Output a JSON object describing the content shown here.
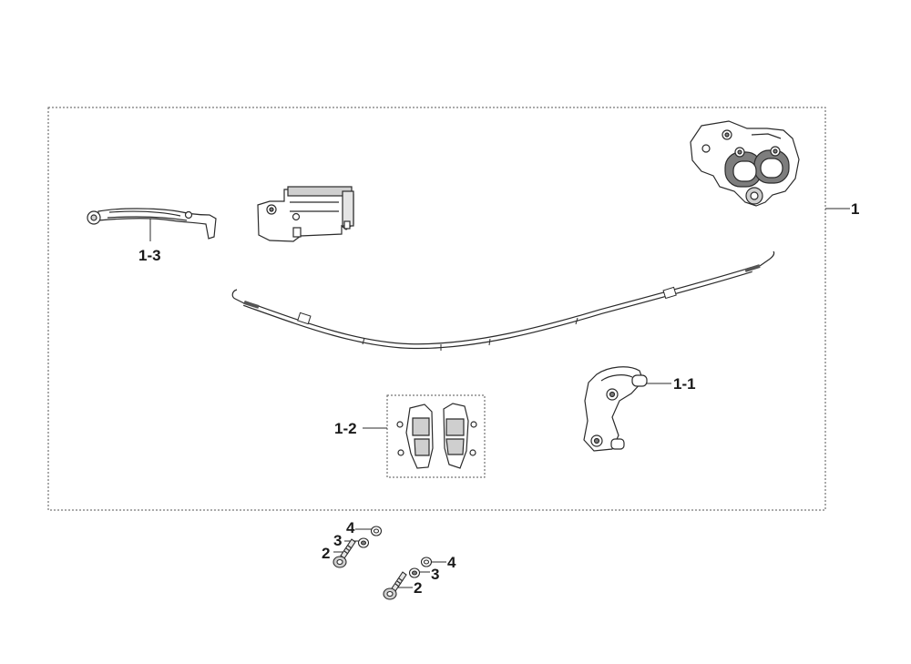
{
  "diagram": {
    "callouts": {
      "assembly": "1",
      "bracket": "1-1",
      "pads": "1-2",
      "lever": "1-3",
      "bolt_a": "2",
      "spring_washer_a": "3",
      "washer_a": "4",
      "bolt_b": "2",
      "spring_washer_b": "3",
      "washer_b": "4"
    }
  },
  "colors": {
    "line": "#2b2b2b",
    "shade": "#cfcfcf",
    "dark_shade": "#7d7d7d",
    "border": "#555555"
  }
}
